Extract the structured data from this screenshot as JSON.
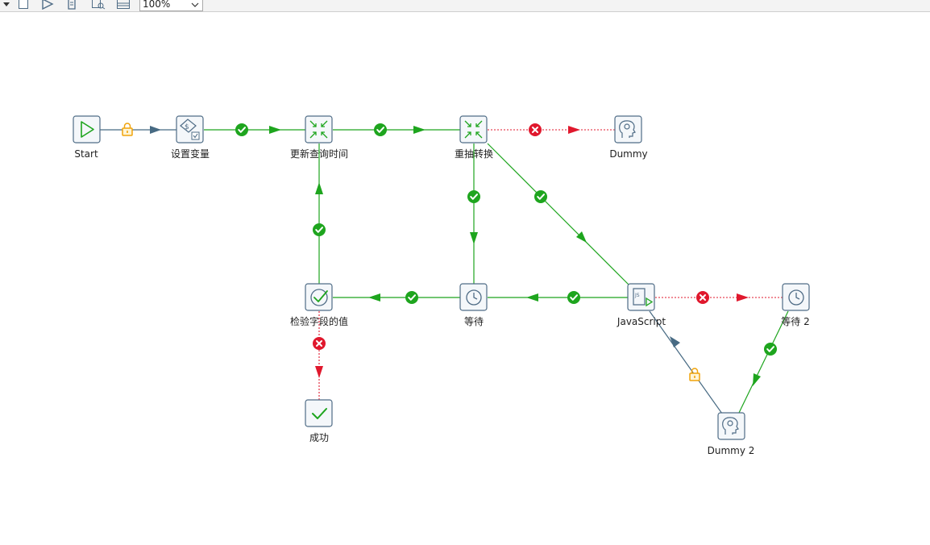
{
  "toolbar": {
    "zoom_value": "100%",
    "icons": [
      "dropdown-arrow-icon",
      "new-icon",
      "run-icon",
      "script-icon",
      "preview-icon",
      "layout-icon"
    ]
  },
  "colors": {
    "hop_ok": "#1ea51e",
    "hop_error": "#e0182d",
    "hop_unconditional": "#476a83",
    "lock": "#f0a40c",
    "step_border": "#4f6c86",
    "step_fill": "#f4f7fa"
  },
  "steps": {
    "start": {
      "label": "Start",
      "icon": "start-play-icon"
    },
    "set_vars": {
      "label": "设置变量",
      "icon": "set-variables-icon"
    },
    "update_time": {
      "label": "更新查询时间",
      "icon": "transformation-icon"
    },
    "rerun": {
      "label": "重抽转换",
      "icon": "transformation-icon"
    },
    "dummy": {
      "label": "Dummy",
      "icon": "dummy-head-icon"
    },
    "check_value": {
      "label": "检验字段的值",
      "icon": "check-circle-icon"
    },
    "wait": {
      "label": "等待",
      "icon": "clock-icon"
    },
    "javascript": {
      "label": "JavaScript",
      "icon": "javascript-script-icon"
    },
    "wait2": {
      "label": "等待 2",
      "icon": "clock-icon"
    },
    "success": {
      "label": "成功",
      "icon": "success-check-icon"
    },
    "dummy2": {
      "label": "Dummy 2",
      "icon": "dummy-head-icon"
    }
  },
  "hops": [
    {
      "from": "start",
      "to": "set_vars",
      "type": "unconditional"
    },
    {
      "from": "set_vars",
      "to": "update_time",
      "type": "ok"
    },
    {
      "from": "update_time",
      "to": "rerun",
      "type": "ok"
    },
    {
      "from": "rerun",
      "to": "dummy",
      "type": "error"
    },
    {
      "from": "rerun",
      "to": "wait",
      "type": "ok"
    },
    {
      "from": "rerun",
      "to": "javascript",
      "type": "ok"
    },
    {
      "from": "wait",
      "to": "check_value",
      "type": "ok"
    },
    {
      "from": "check_value",
      "to": "update_time",
      "type": "ok"
    },
    {
      "from": "check_value",
      "to": "success",
      "type": "error"
    },
    {
      "from": "javascript",
      "to": "wait",
      "type": "ok"
    },
    {
      "from": "javascript",
      "to": "wait2",
      "type": "error"
    },
    {
      "from": "wait2",
      "to": "dummy2",
      "type": "ok"
    },
    {
      "from": "dummy2",
      "to": "javascript",
      "type": "unconditional"
    }
  ]
}
